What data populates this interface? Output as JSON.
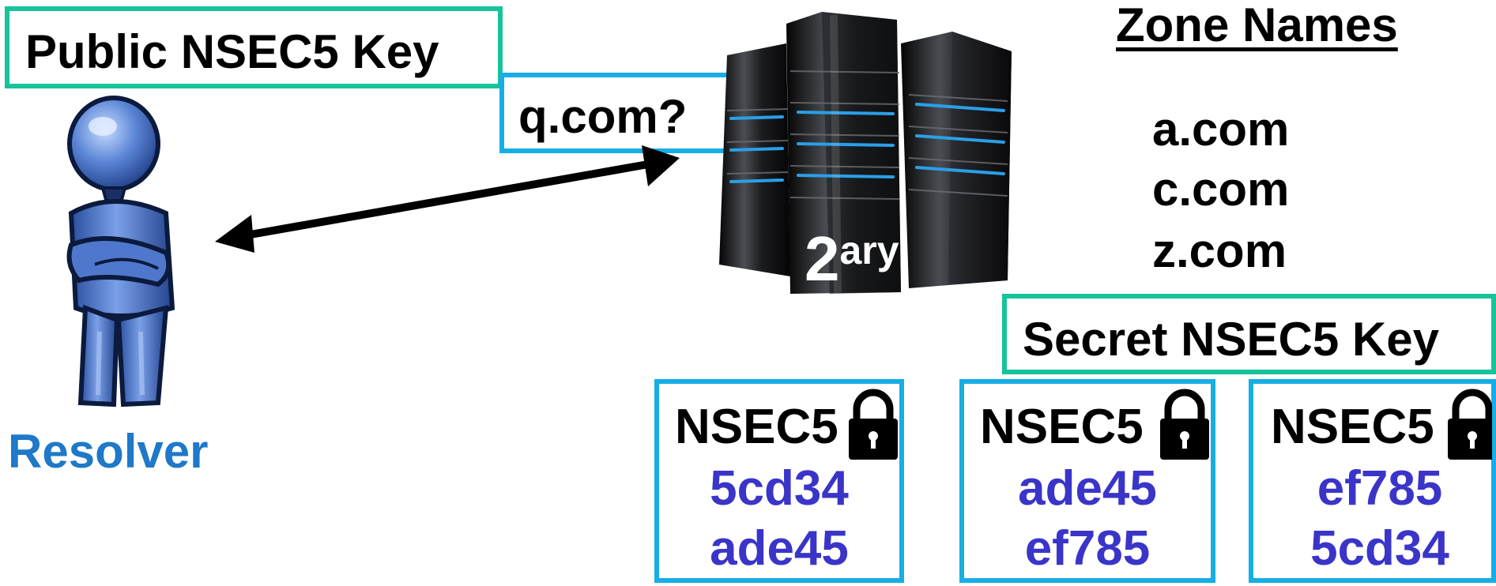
{
  "public_key_label": "Public NSEC5 Key",
  "query_label": "q.com?",
  "server": {
    "label_base": "2",
    "label_sup": "ary",
    "icon": "server-rack-icon"
  },
  "resolver": {
    "label": "Resolver",
    "icon": "person-icon",
    "label_color": "#1f78c8"
  },
  "zone": {
    "heading": "Zone Names",
    "names": [
      "a.com",
      "c.com",
      "z.com"
    ]
  },
  "secret_key_label": "Secret NSEC5 Key",
  "records": [
    {
      "type": "NSEC5",
      "lock_icon": "lock-icon",
      "from": "5cd34",
      "to": "ade45"
    },
    {
      "type": "NSEC5",
      "lock_icon": "lock-icon",
      "from": "ade45",
      "to": "ef785"
    },
    {
      "type": "NSEC5",
      "lock_icon": "lock-icon",
      "from": "ef785",
      "to": "5cd34"
    }
  ],
  "colors": {
    "key_border": "#16c39a",
    "record_border": "#16aee4",
    "hash_text": "#3a35c8"
  }
}
